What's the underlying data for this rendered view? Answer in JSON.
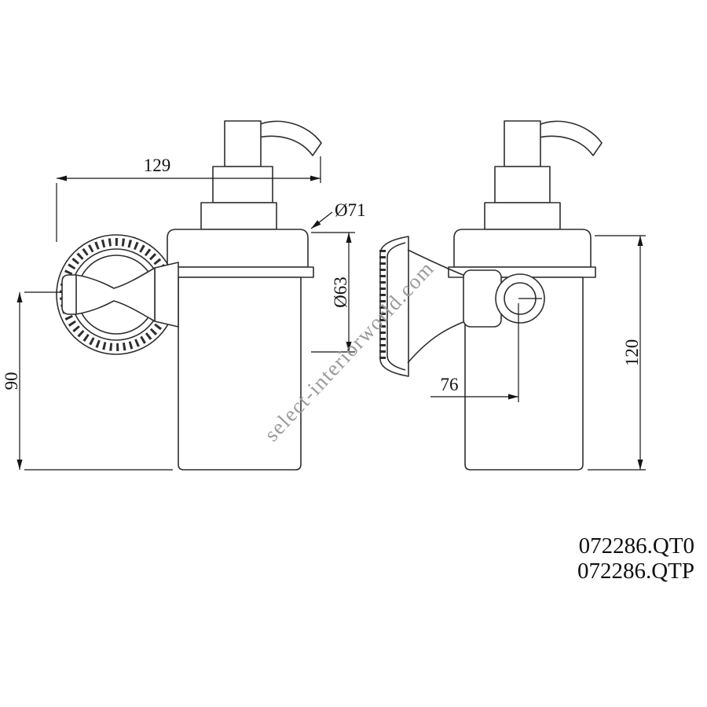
{
  "watermark": "select-interiorworld.com",
  "product_codes": [
    "072286.QT0",
    "072286.QTP"
  ],
  "dims": {
    "overall_depth": "129",
    "pump_dia": "Ø71",
    "glass_dia": "Ø63",
    "mount_height": "90",
    "wall_offset": "76",
    "holder_height": "120"
  },
  "colors": {
    "line": "#2e2e2e",
    "dim_line": "#151515",
    "watermark": "#9b9b9b",
    "background": "#ffffff"
  }
}
